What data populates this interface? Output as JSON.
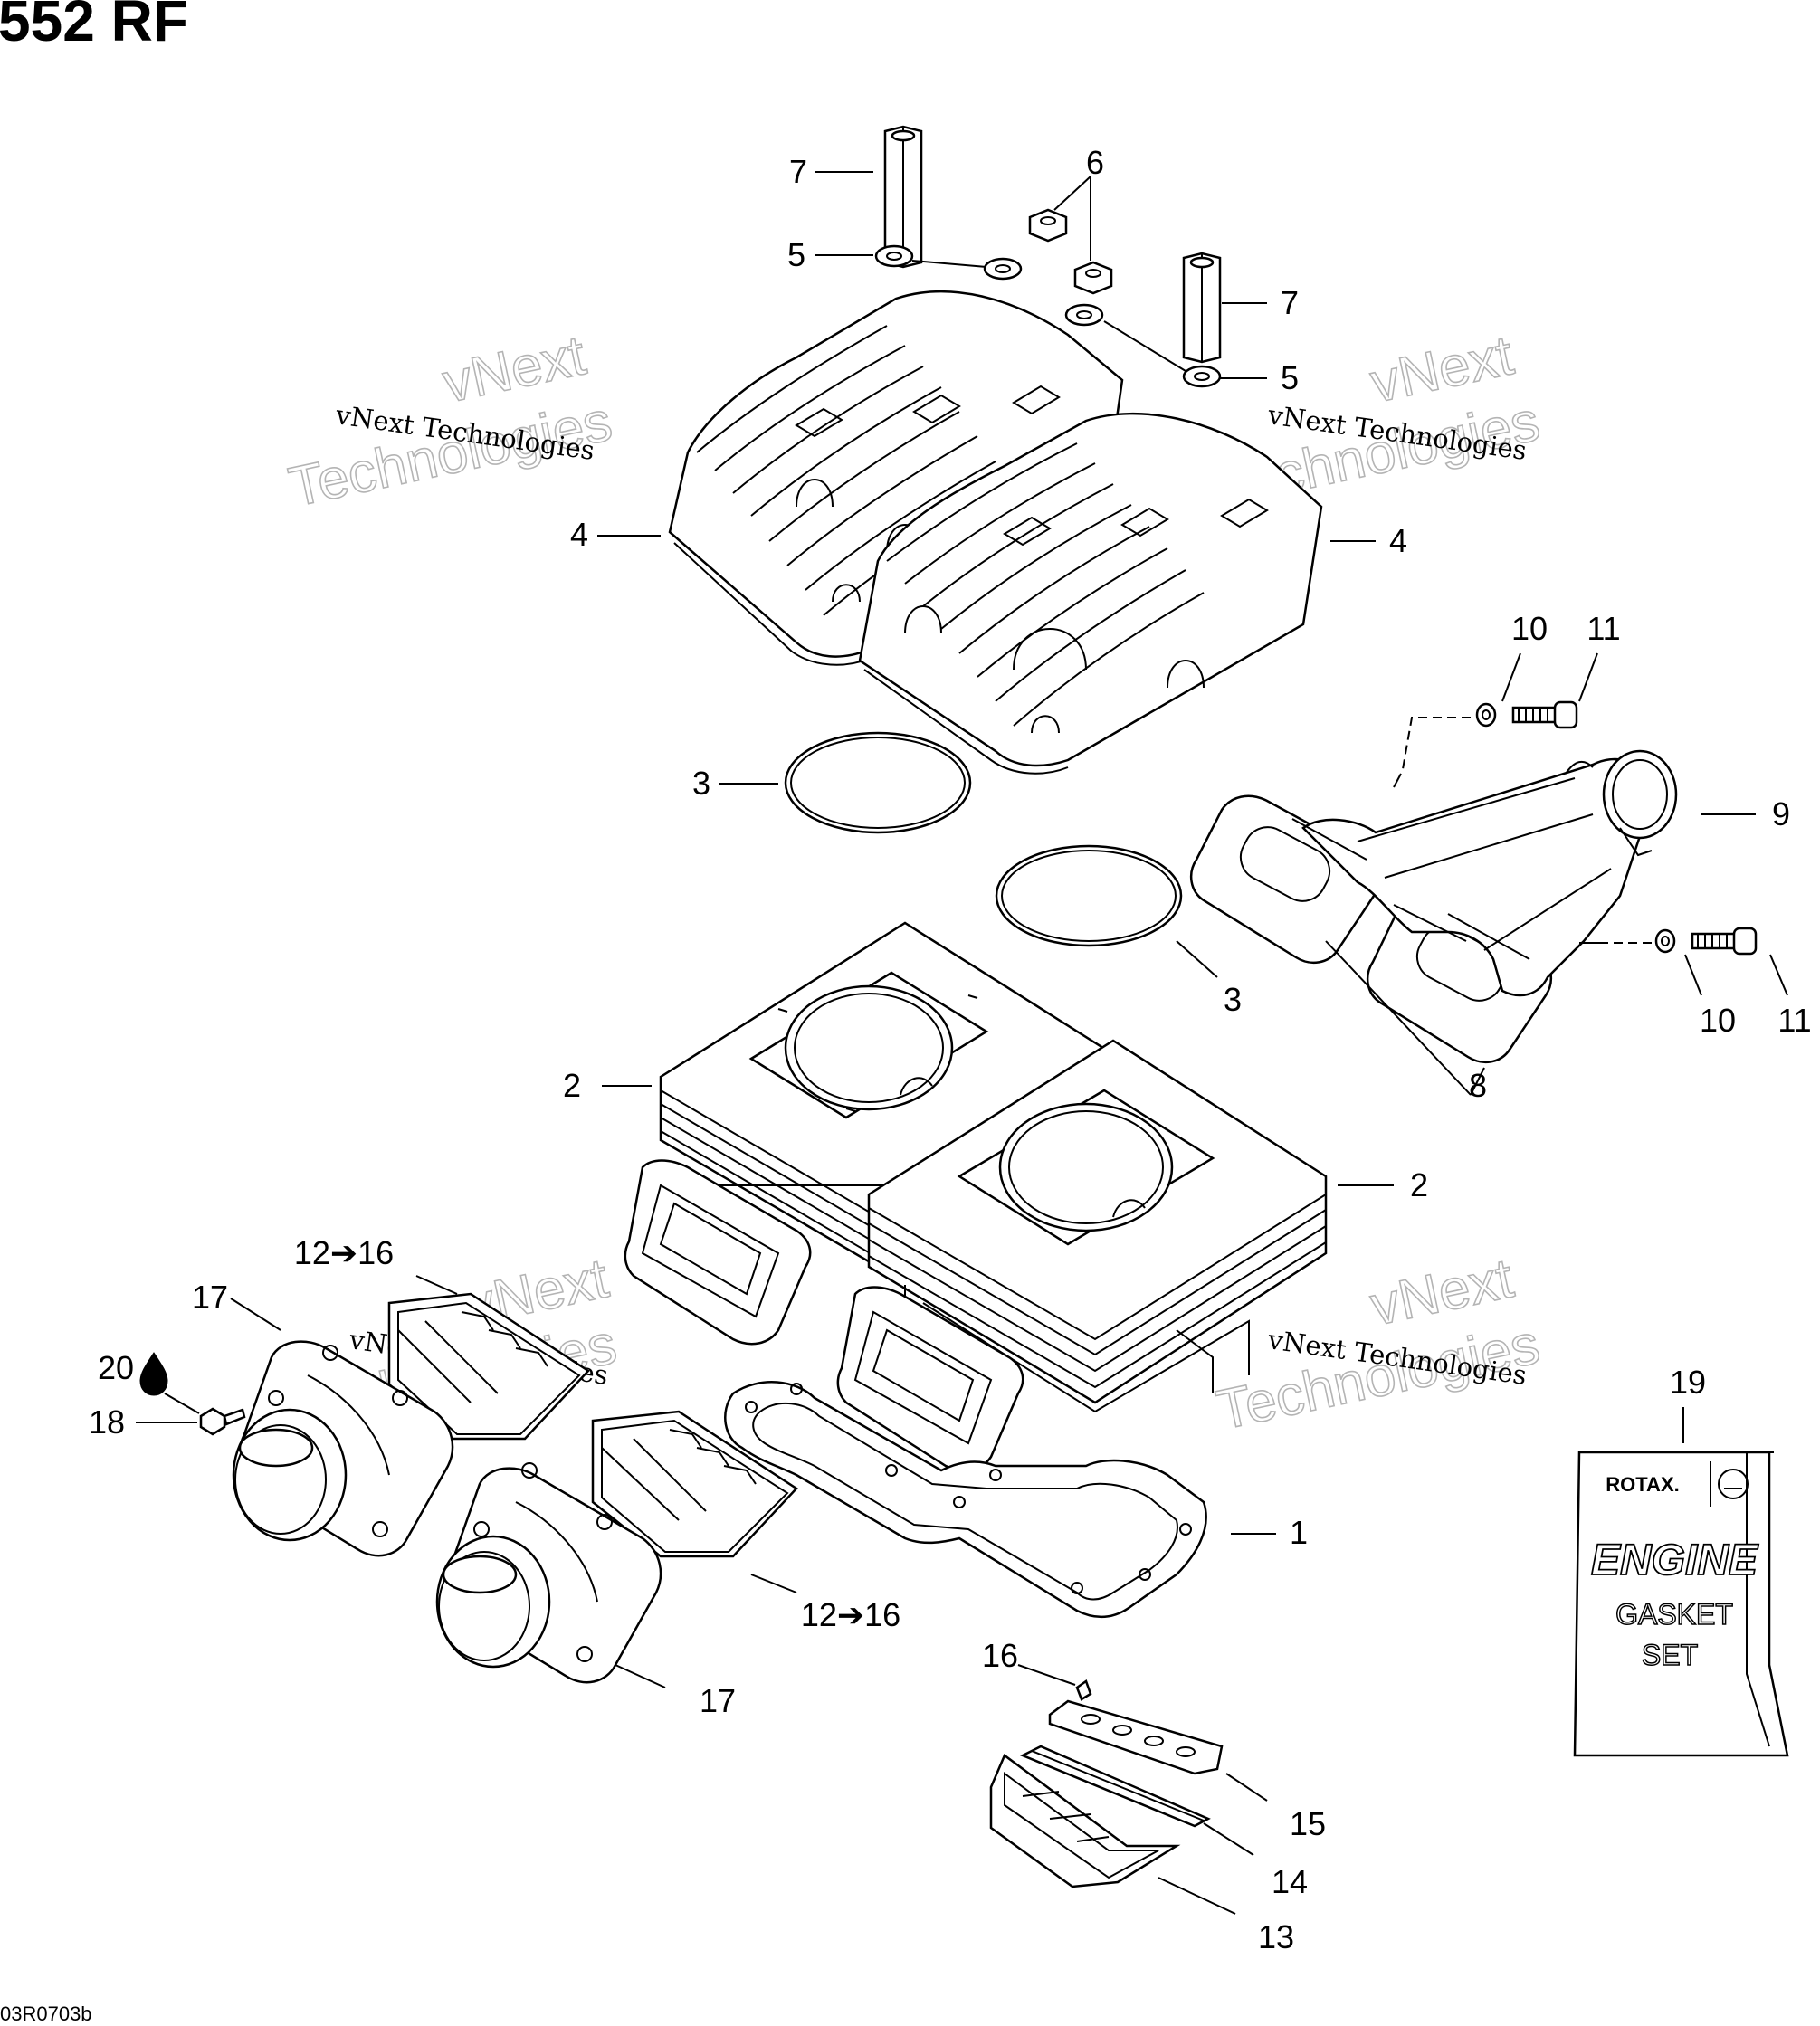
{
  "header": {
    "title": "552 RF"
  },
  "footer": {
    "diagram_code": "03R0703b"
  },
  "watermark": {
    "line1": "vNext Technologies",
    "line2a": "vNext",
    "line2b": "Technologies"
  },
  "callouts": {
    "c1": "1",
    "c2a": "2",
    "c2b": "2",
    "c3a": "3",
    "c3b": "3",
    "c4a": "4",
    "c4b": "4",
    "c5a": "5",
    "c5b": "5",
    "c6": "6",
    "c7a": "7",
    "c7b": "7",
    "c8": "8",
    "c9": "9",
    "c10a": "10",
    "c10b": "10",
    "c11a": "11",
    "c11b": "11",
    "c12a": "12➔16",
    "c12b": "12➔16",
    "c13": "13",
    "c14": "14",
    "c15": "15",
    "c16": "16",
    "c17a": "17",
    "c17b": "17",
    "c18": "18",
    "c19": "19",
    "c20": "20"
  },
  "gasket_kit": {
    "brand": "ROTAX.",
    "line1": "ENGINE",
    "line2": "GASKET",
    "line3": "SET"
  },
  "icons": {
    "lubricant": "drop-icon",
    "arrow": "arrow-right-icon"
  }
}
